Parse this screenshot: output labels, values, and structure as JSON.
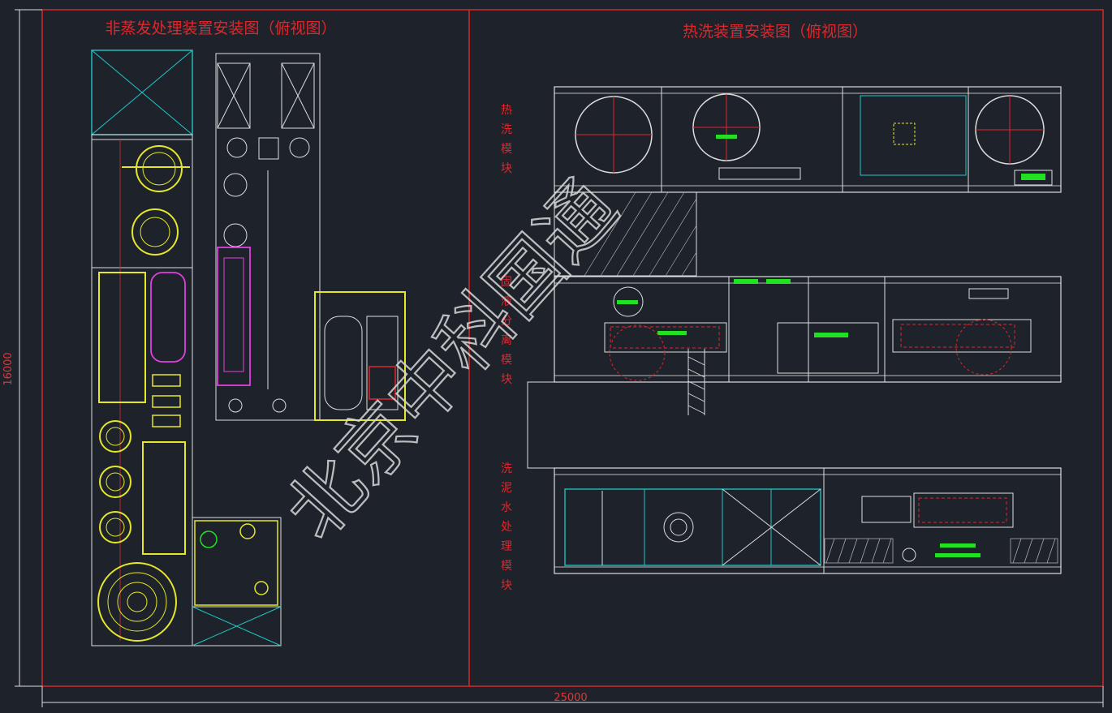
{
  "titles": {
    "left": "非蒸发处理装置安装图（俯视图）",
    "right": "热洗装置安装图（俯视图）"
  },
  "modules": {
    "hot_wash": "热洗模块",
    "solid_liquid": "固液分离模块",
    "mud_water": "洗泥水处理模块"
  },
  "dimensions": {
    "width": "25000",
    "height": "16000"
  },
  "watermark": "北京中科国通",
  "colors": {
    "background": "#1e232b",
    "frame_red": "#d42a2a",
    "white_line": "#dcdcdc",
    "cyan": "#1ec8c8",
    "yellow": "#e6e62a",
    "magenta": "#e040e0",
    "green": "#22e022"
  }
}
